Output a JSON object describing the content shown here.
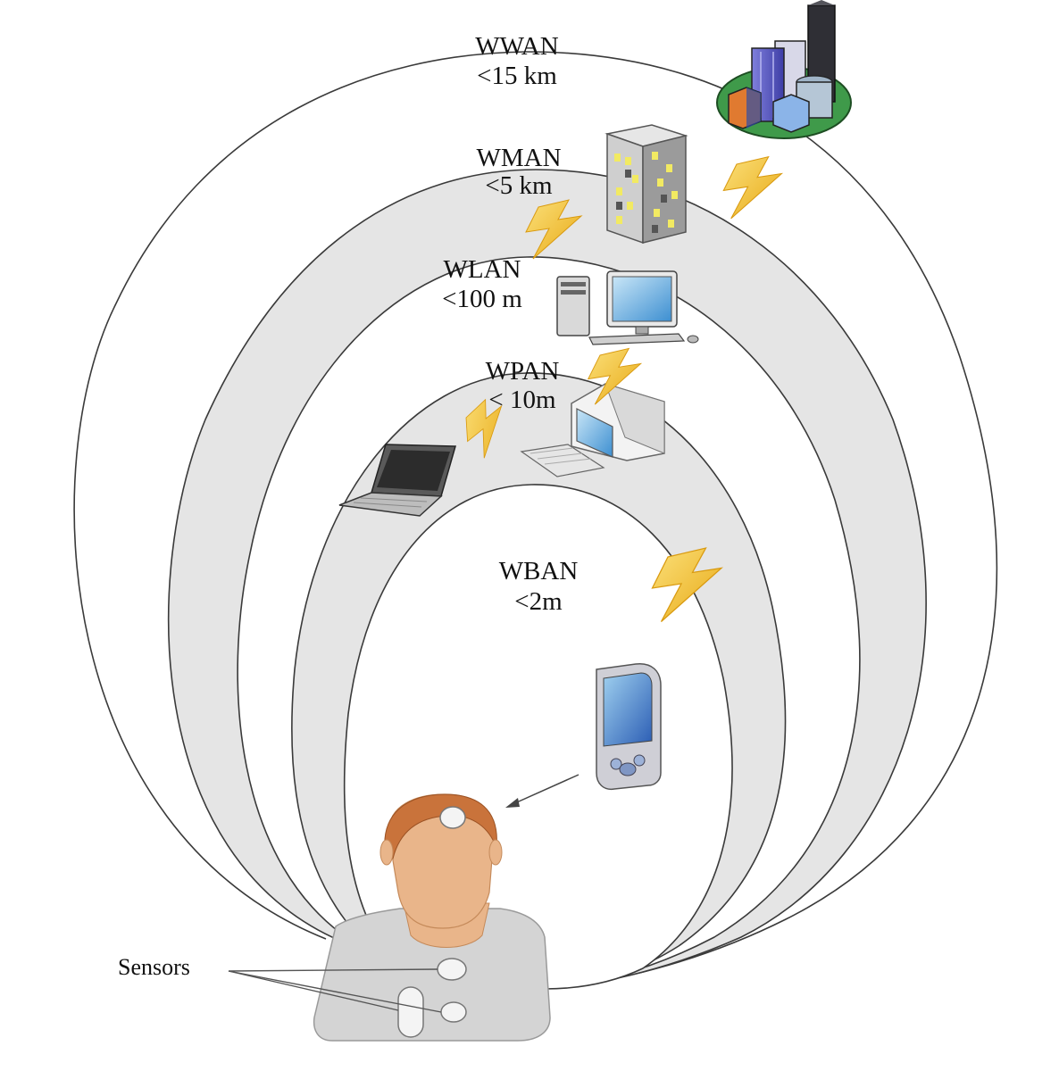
{
  "zones": [
    {
      "id": "wwan",
      "name": "WWAN",
      "range": "<15 km"
    },
    {
      "id": "wman",
      "name": "WMAN",
      "range": "<5 km"
    },
    {
      "id": "wlan",
      "name": "WLAN",
      "range": "<100 m"
    },
    {
      "id": "wpan",
      "name": "WPAN",
      "range": "< 10m"
    },
    {
      "id": "wban",
      "name": "WBAN",
      "range": "<2m"
    }
  ],
  "sensors_label": "Sensors",
  "colors": {
    "ring_fill": "#e5e5e5",
    "ring_stroke": "#3a3a3a",
    "bolt": "#f3c030",
    "skin": "#e9b58a",
    "hair": "#c9733b",
    "shirt": "#d4d4d4"
  },
  "icons": [
    "city-icon",
    "office-building-icon",
    "desktop-computer-icon",
    "computer-terminal-icon",
    "laptop-icon",
    "pda-icon",
    "person-icon",
    "lightning-icon"
  ]
}
